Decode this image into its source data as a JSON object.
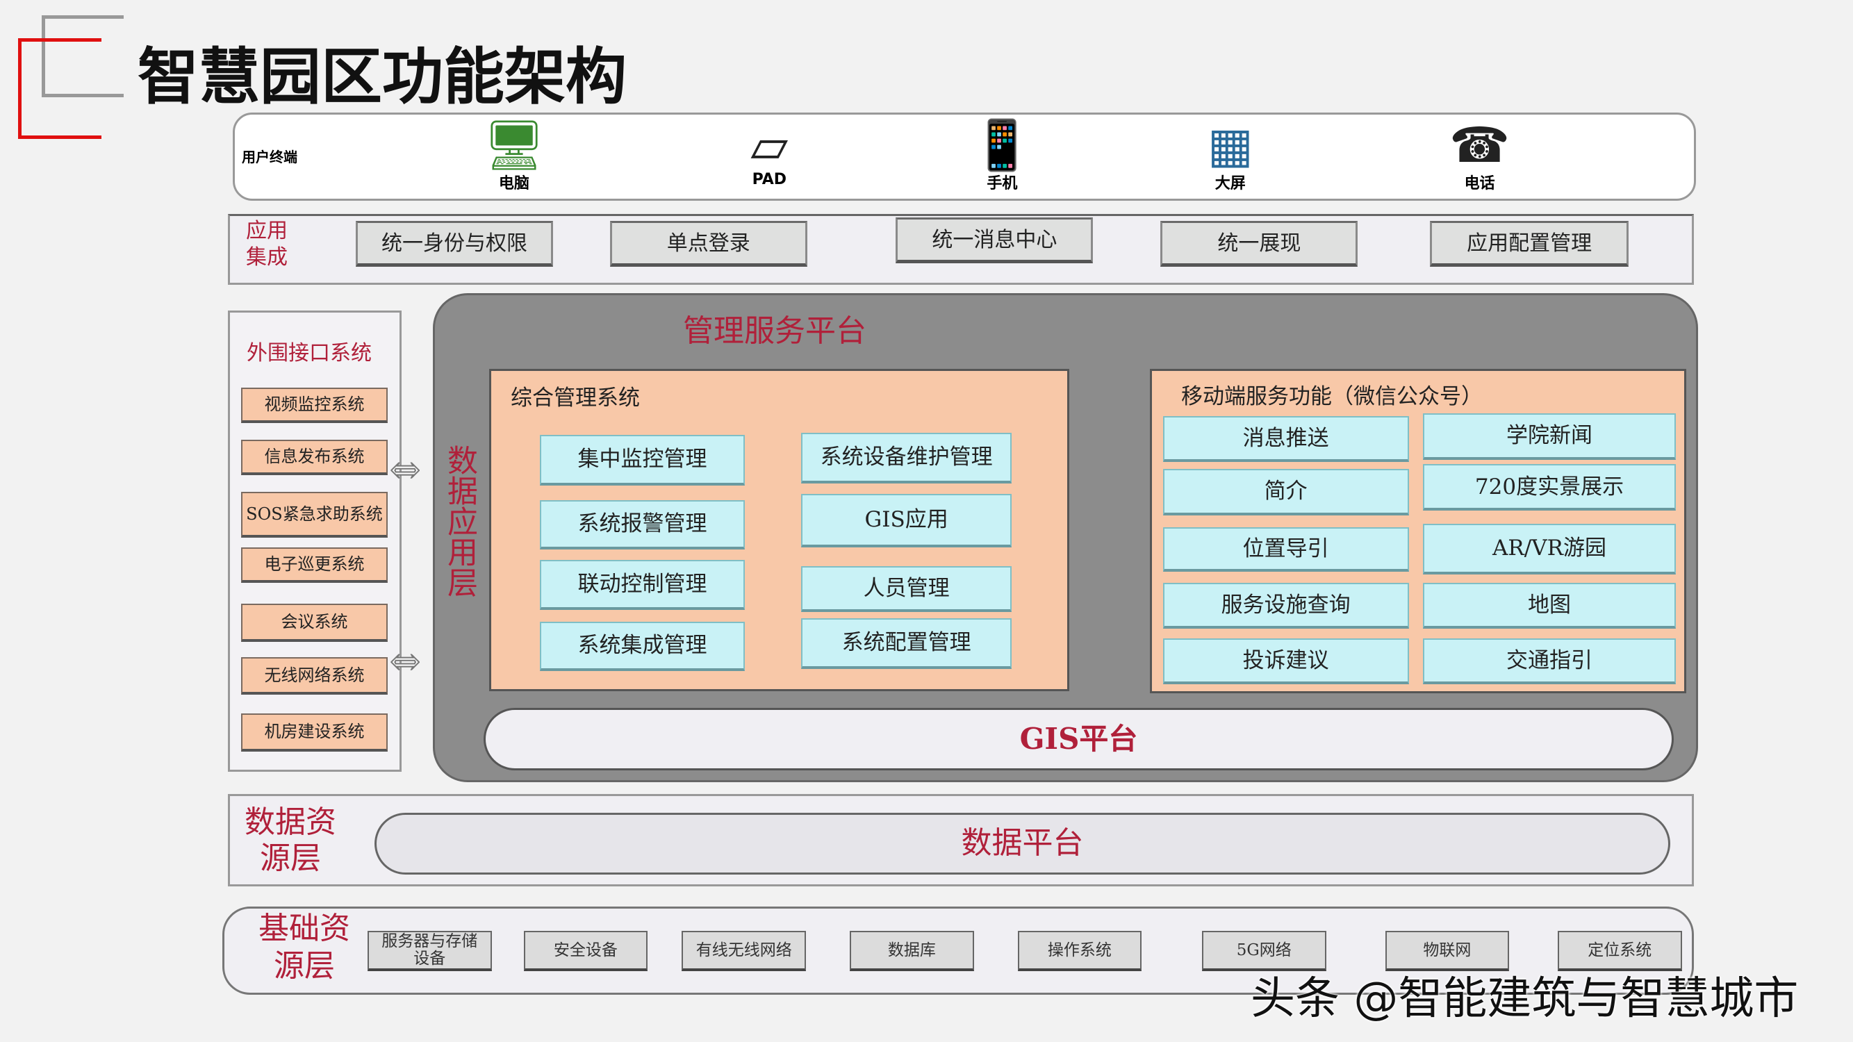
{
  "title": "智慧园区功能架构",
  "terminals": {
    "label": "用户终端",
    "items": [
      {
        "label": "电脑",
        "icon": "monitor-icon"
      },
      {
        "label": "PAD",
        "icon": "tablet-icon"
      },
      {
        "label": "手机",
        "icon": "phone-icon"
      },
      {
        "label": "大屏",
        "icon": "big-screen-icon"
      },
      {
        "label": "电话",
        "icon": "telephone-icon"
      }
    ]
  },
  "app_integration": {
    "label_1": "应用",
    "label_2": "集成",
    "items": [
      "统一身份与权限",
      "单点登录",
      "统一消息中心",
      "统一展现",
      "应用配置管理"
    ]
  },
  "peripheral": {
    "title": "外围接口系统",
    "items": [
      "视频监控系统",
      "信息发布系统",
      "SOS紧急求助系统",
      "电子巡更系统",
      "会议系统",
      "无线网络系统",
      "机房建设系统"
    ]
  },
  "management": {
    "title": "管理服务平台",
    "side_label": "数据应用层",
    "integrated": {
      "title": "综合管理系统",
      "left": [
        "集中监控管理",
        "系统报警管理",
        "联动控制管理",
        "系统集成管理"
      ],
      "right": [
        "系统设备维护管理",
        "GIS应用",
        "人员管理",
        "系统配置管理"
      ]
    },
    "mobile": {
      "title": "移动端服务功能（微信公众号）",
      "left": [
        "消息推送",
        "简介",
        "位置导引",
        "服务设施查询",
        "投诉建议"
      ],
      "right": [
        "学院新闻",
        "720度实景展示",
        "AR/VR游园",
        "地图",
        "交通指引"
      ]
    },
    "gis": "GIS平台"
  },
  "data_layer": {
    "label_1": "数据资",
    "label_2": "源层",
    "platform": "数据平台"
  },
  "base_layer": {
    "label_1": "基础资",
    "label_2": "源层",
    "items": [
      "服务器与存储设备",
      "安全设备",
      "有线无线网络",
      "数据库",
      "操作系统",
      "5G网络",
      "物联网",
      "定位系统"
    ]
  },
  "watermark": "头条 @智能建筑与智慧城市",
  "colors": {
    "accent_red": "#b0203a",
    "peach": "#f8c8a8",
    "cyan": "#c9f2f6",
    "platform_gray": "#8c8c8c"
  }
}
